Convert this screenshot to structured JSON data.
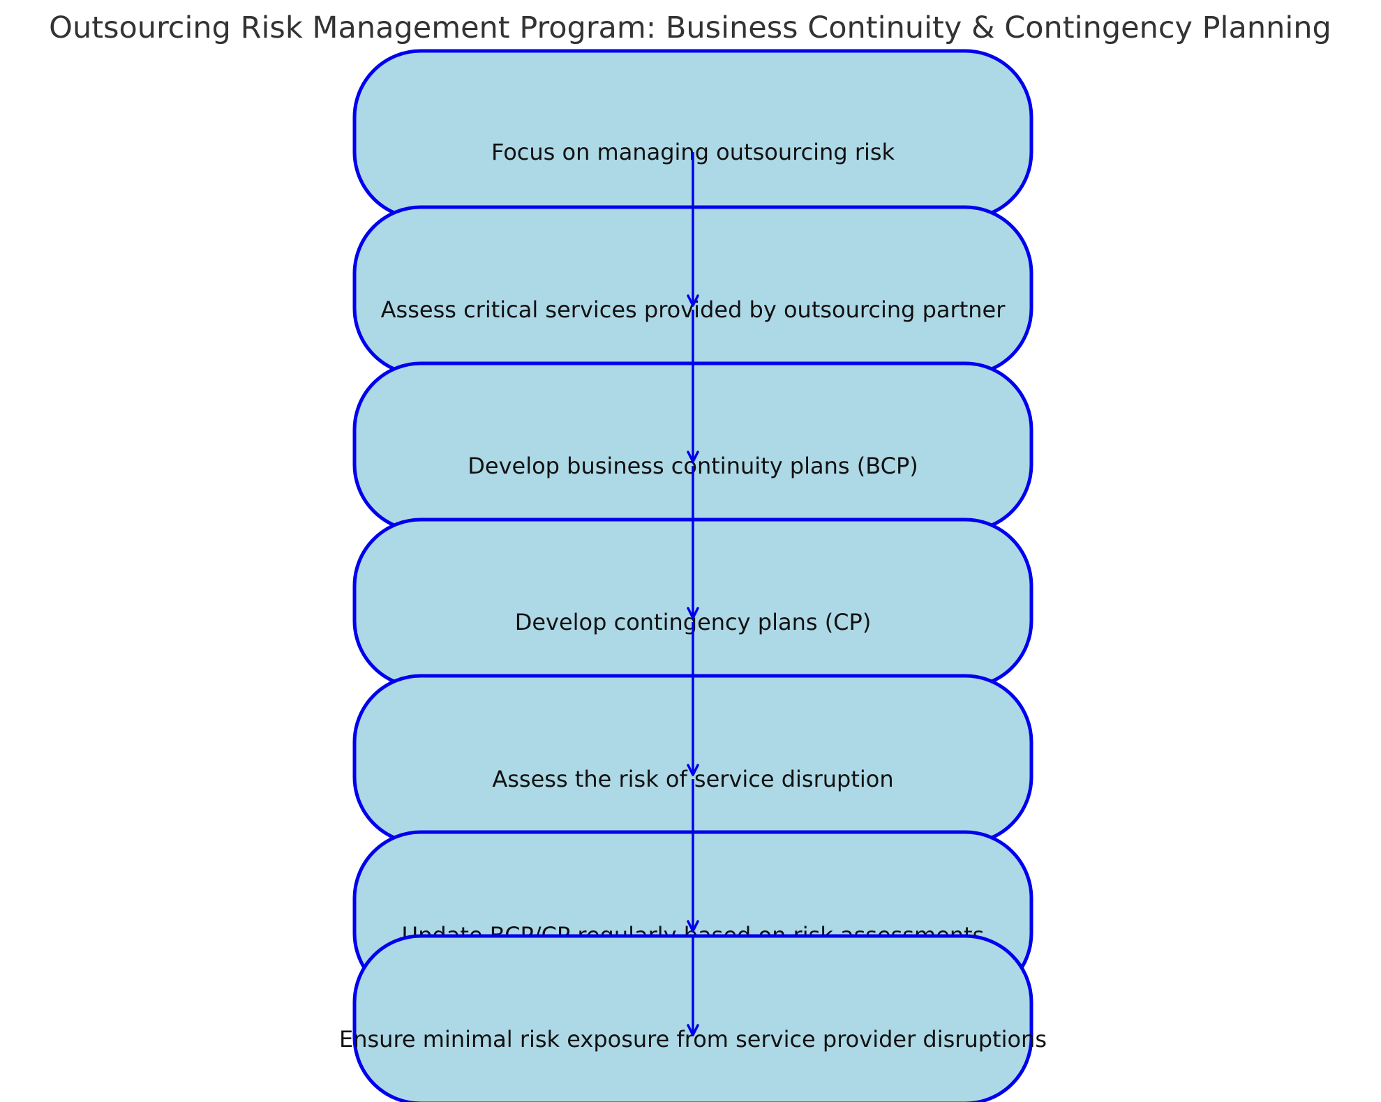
{
  "title": "Outsourcing Risk Management Program: Business Continuity & Contingency Planning",
  "colors": {
    "node_fill": "#add8e6",
    "node_stroke": "#0000ee",
    "edge": "#0000ee",
    "title_text": "#333333",
    "label_text": "#111111"
  },
  "nodes": [
    {
      "id": "step-1",
      "label": "Focus on managing outsourcing risk"
    },
    {
      "id": "step-2",
      "label": "Assess critical services provided by outsourcing partner"
    },
    {
      "id": "step-3",
      "label": "Develop business continuity plans (BCP)"
    },
    {
      "id": "step-4",
      "label": "Develop contingency plans (CP)"
    },
    {
      "id": "step-5",
      "label": "Assess the risk of service disruption"
    },
    {
      "id": "step-6",
      "label": "Update BCP/CP regularly based on risk assessments"
    },
    {
      "id": "step-7",
      "label": "Ensure minimal risk exposure from service provider disruptions"
    }
  ],
  "edges": [
    {
      "from": "step-1",
      "to": "step-2"
    },
    {
      "from": "step-2",
      "to": "step-3"
    },
    {
      "from": "step-3",
      "to": "step-4"
    },
    {
      "from": "step-4",
      "to": "step-5"
    },
    {
      "from": "step-5",
      "to": "step-6"
    },
    {
      "from": "step-6",
      "to": "step-7"
    }
  ]
}
